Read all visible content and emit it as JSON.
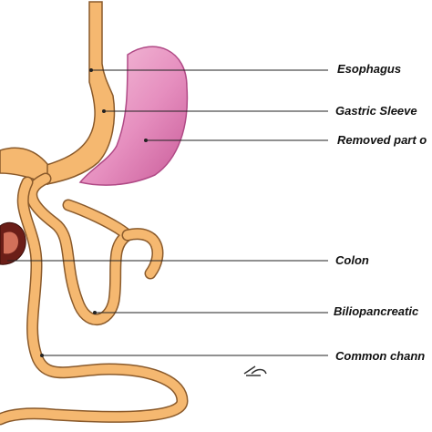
{
  "labels": {
    "esophagus": "Esophagus",
    "gastric_sleeve": "Gastric Sleeve",
    "removed_part": "Removed part o",
    "colon": "Colon",
    "biliopancreatic": "Biliopancreatic",
    "common_channel": "Common chann"
  },
  "colors": {
    "tissue": "#f5b870",
    "tissue_outline": "#8a5a2b",
    "removed_stomach": "#e68fbf",
    "removed_rim": "#b04a86",
    "colon_dark": "#6b1e18",
    "leader_line": "#222222"
  }
}
